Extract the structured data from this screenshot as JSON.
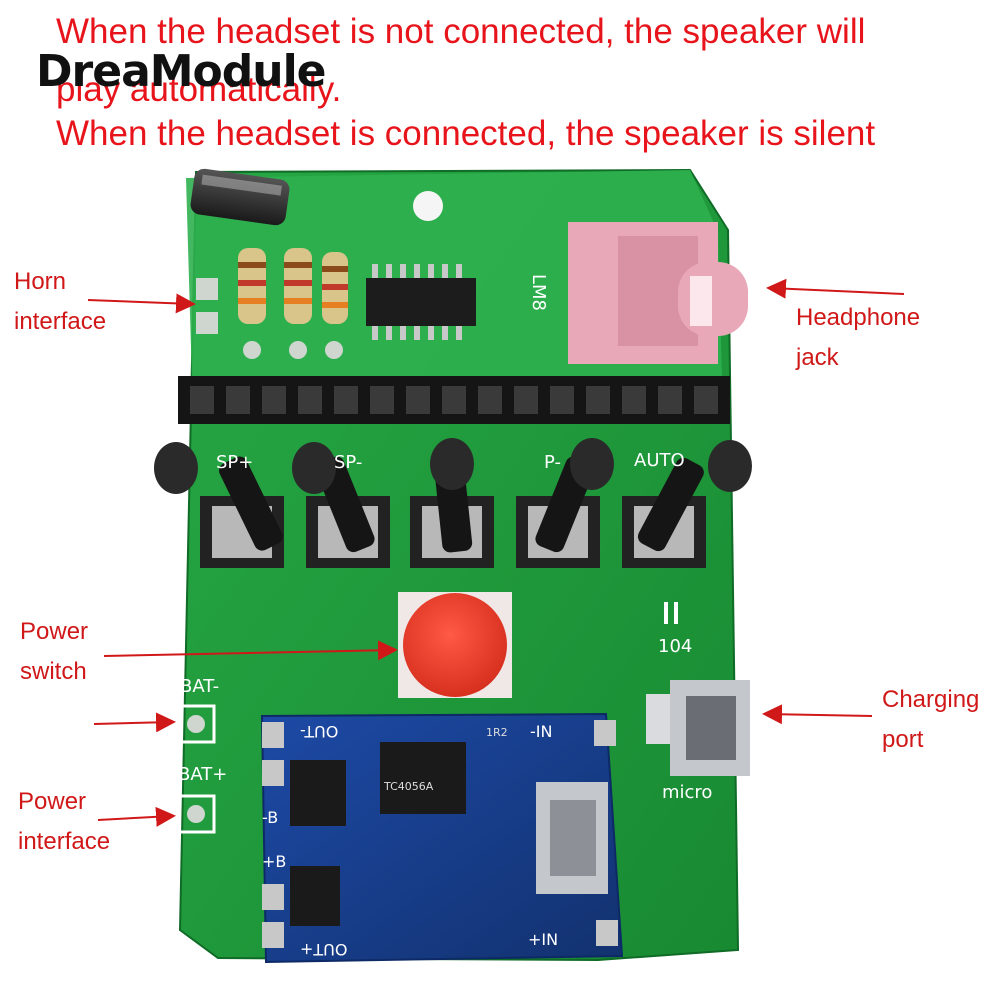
{
  "captions": {
    "line1": "When the headset is not connected, the speaker will",
    "line2": "play automatically.",
    "line3": "When the headset is connected, the speaker is silent"
  },
  "brand": {
    "logo": "DreaModule"
  },
  "labels": {
    "horn": [
      "Horn",
      "interface"
    ],
    "headphone": [
      "Headphone",
      "jack"
    ],
    "power_switch": [
      "Power",
      "switch"
    ],
    "charging": [
      "Charging",
      "port"
    ],
    "power_interface": [
      "Power",
      "interface"
    ]
  },
  "silkscreen": {
    "buttons": [
      "SP+",
      "SP-",
      "P-",
      "AUTO"
    ],
    "bat_minus": "BAT-",
    "bat_plus": "BAT+",
    "cap": "104",
    "micro": "micro",
    "chip": "LM8",
    "out_minus": "OUT-",
    "out_plus": "OUT+",
    "in_minus": "-IN",
    "in_plus": "+IN",
    "b_minus": "-B",
    "b_plus": "+B",
    "tc_chip": "TC4056A",
    "r1": "1R2"
  },
  "colors": {
    "caption": "#e8141b",
    "arrow": "#d01818",
    "pcb_green": "#1f9a3a",
    "pcb_blue": "#173d8c",
    "headphone_jack": "#e8a8b8",
    "power_button": "#e83a2a"
  }
}
